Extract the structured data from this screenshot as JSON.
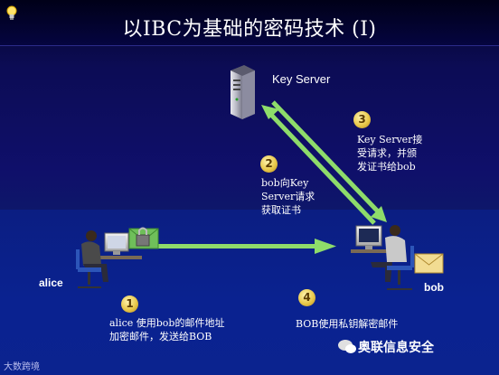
{
  "title": "以IBC为基础的密码技术 (I)",
  "server": {
    "label": "Key Server"
  },
  "alice": {
    "label": "alice"
  },
  "bob": {
    "label": "bob"
  },
  "steps": [
    {
      "number": "1",
      "text": "alice 使用bob的邮件地址\n加密邮件，发送给BOB"
    },
    {
      "number": "2",
      "text": "bob向Key\nServer请求\n获取证书"
    },
    {
      "number": "3",
      "text": "Key Server接\n受请求，并颁\n发证书给bob"
    },
    {
      "number": "4",
      "text": "BOB使用私钥解密邮件"
    }
  ],
  "watermark": {
    "right": "奥联信息安全",
    "left": "大数跨境"
  },
  "colors": {
    "arrow": "#8edc6a",
    "background_top": "#0c0c55",
    "background_bottom": "#0b238f",
    "badge": "#e8c84a"
  }
}
